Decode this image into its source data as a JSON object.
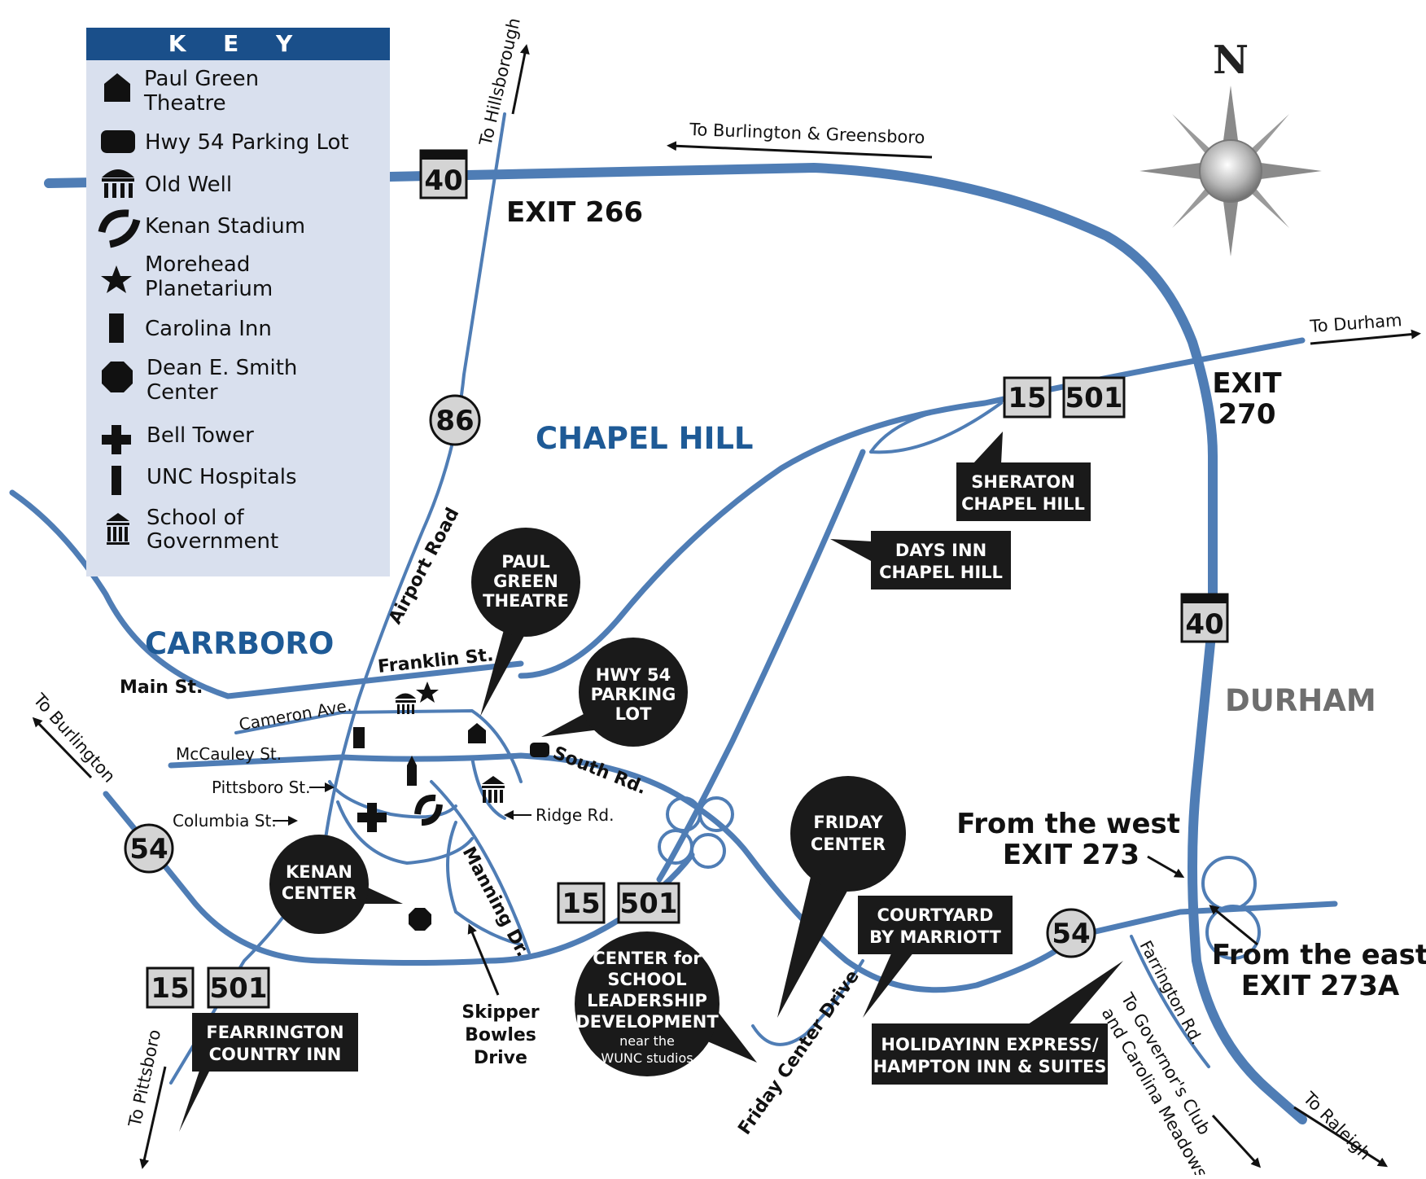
{
  "key": {
    "title": "K E Y",
    "items": [
      {
        "line1": "Paul Green",
        "line2": "Theatre",
        "icon": "house-icon"
      },
      {
        "line1": "Hwy 54 Parking Lot",
        "line2": "",
        "icon": "rounded-square-icon"
      },
      {
        "line1": "Old Well",
        "line2": "",
        "icon": "old-well-icon"
      },
      {
        "line1": "Kenan Stadium",
        "line2": "",
        "icon": "stadium-icon"
      },
      {
        "line1": "Morehead",
        "line2": "Planetarium",
        "icon": "star-icon"
      },
      {
        "line1": "Carolina Inn",
        "line2": "",
        "icon": "tall-rectangle-icon"
      },
      {
        "line1": "Dean E. Smith",
        "line2": "Center",
        "icon": "octagon-icon"
      },
      {
        "line1": "Bell Tower",
        "line2": "",
        "icon": "cross-icon"
      },
      {
        "line1": "UNC Hospitals",
        "line2": "",
        "icon": "narrow-bar-icon"
      },
      {
        "line1": "School of",
        "line2": "Government",
        "icon": "columns-icon"
      }
    ]
  },
  "compass": {
    "north": "N"
  },
  "places": {
    "chapel_hill": "CHAPEL HILL",
    "carrboro": "CARRBORO",
    "durham": "DURHAM"
  },
  "highways": {
    "i40_west": "40",
    "i40_east": "40",
    "nc86": "86",
    "us15_ne": "15",
    "us501_ne": "501",
    "us15_center": "15",
    "us501_center": "501",
    "us15_sw": "15",
    "us501_sw": "501",
    "nc54_west": "54",
    "nc54_east": "54"
  },
  "exits": {
    "exit266": "EXIT 266",
    "exit270_l1": "EXIT",
    "exit270_l2": "270",
    "west_l1": "From the west",
    "west_l2": "EXIT 273",
    "east_l1": "From the east",
    "east_l2": "EXIT 273A"
  },
  "directions": {
    "burlington_greensboro": "To Burlington & Greensboro",
    "hillsborough": "To Hillsborough",
    "durham": "To Durham",
    "burlington": "To Burlington",
    "pittsboro": "To Pittsboro",
    "raleigh": "To Raleigh",
    "governors_l1": "To Governor's Club",
    "governors_l2": "and Carolina Meadows"
  },
  "streets": {
    "airport_road": "Airport Road",
    "franklin": "Franklin St.",
    "main": "Main St.",
    "cameron": "Cameron Ave.",
    "mccauley": "McCauley St.",
    "pittsboro": "Pittsboro St.",
    "columbia": "Columbia St.",
    "ridge": "Ridge Rd.",
    "south": "South Rd.",
    "manning": "Manning Dr.",
    "skipper_l1": "Skipper",
    "skipper_l2": "Bowles",
    "skipper_l3": "Drive",
    "friday_center_drive": "Friday Center Drive",
    "farrington": "Farrington Rd."
  },
  "callouts": {
    "paul_green": [
      "PAUL",
      "GREEN",
      "THEATRE"
    ],
    "hwy54_lot": [
      "HWY 54",
      "PARKING",
      "LOT"
    ],
    "kenan_center": [
      "KENAN",
      "CENTER"
    ],
    "friday_center": [
      "FRIDAY",
      "CENTER"
    ],
    "school_leadership": [
      "CENTER for",
      "SCHOOL",
      "LEADERSHIP",
      "DEVELOPMENT"
    ],
    "school_leadership_small": [
      "near the",
      "WUNC studios"
    ],
    "sheraton": [
      "SHERATON",
      "CHAPEL HILL"
    ],
    "days_inn": [
      "DAYS INN",
      "CHAPEL HILL"
    ],
    "courtyard": [
      "COURTYARD",
      "BY MARRIOTT"
    ],
    "holidayinn": [
      "HOLIDAYINN EXPRESS/",
      "HAMPTON INN & SUITES"
    ],
    "fearrington": [
      "FEARRINGTON",
      "COUNTRY INN"
    ]
  },
  "colors": {
    "road": "#4f7db5",
    "key_bg": "#d9e0ee",
    "key_header": "#1a4f8a",
    "place_blue": "#1e5a96",
    "callout": "#1a1a1a",
    "shield": "#d4d4d4"
  }
}
